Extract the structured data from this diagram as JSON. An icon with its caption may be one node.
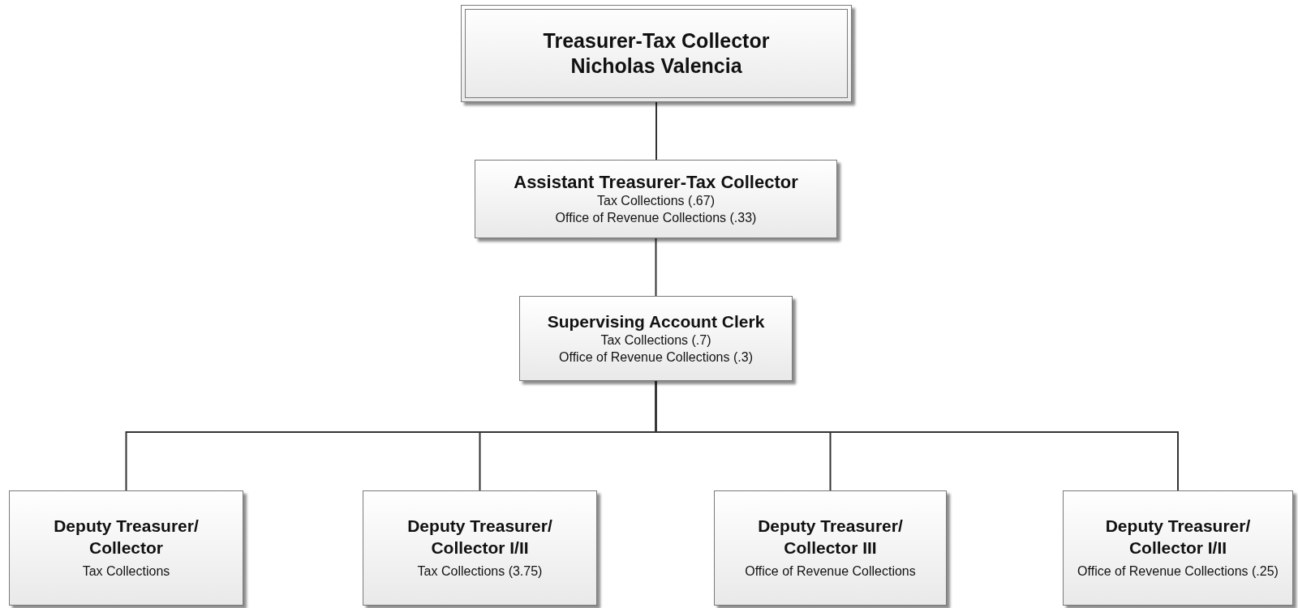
{
  "diagram": {
    "nodes": [
      {
        "text": [
          "Treasurer-Tax Collector",
          "Nicholas Valencia"
        ]
      },
      {
        "text": [
          "Assistant Treasurer-Tax Collector",
          "Tax Collections (.67)",
          "Office of Revenue Collections (.33)"
        ]
      },
      {
        "text": [
          "Supervising Account Clerk",
          "Tax Collections (.7)",
          "Office of Revenue Collections (.3)"
        ]
      },
      {
        "text": [
          "Deputy Treasurer/ Collector",
          "Tax Collections"
        ]
      },
      {
        "text": [
          "Deputy Treasurer/ Collector I/II",
          "Tax Collections (3.75)"
        ]
      },
      {
        "text": [
          "Deputy Treasurer/ Collector III",
          "Office of Revenue Collections"
        ]
      },
      {
        "text": [
          "Deputy Treasurer/ Collector I/II",
          "Office of Revenue Collections (.25)"
        ]
      }
    ],
    "edges": [
      {
        "from": 0,
        "to": 1,
        "arrow": "none"
      },
      {
        "from": 1,
        "to": 2,
        "arrow": "none"
      },
      {
        "from": 2,
        "to": 3,
        "arrow": "none"
      },
      {
        "from": 2,
        "to": 4,
        "arrow": "none"
      },
      {
        "from": 2,
        "to": 5,
        "arrow": "none"
      },
      {
        "from": 2,
        "to": 6,
        "arrow": "none"
      }
    ]
  }
}
